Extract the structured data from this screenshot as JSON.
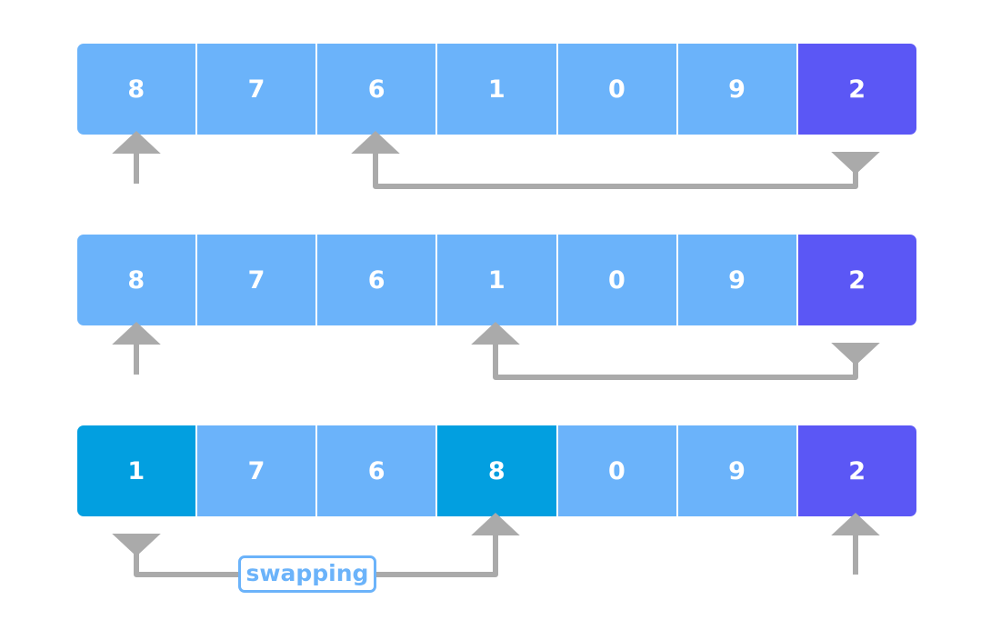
{
  "diagram": {
    "title": "quicksort-partition-steps",
    "colors": {
      "cell_default": "#6BB3FA",
      "cell_pivot": "#5B57F5",
      "cell_highlight": "#029FE0",
      "arrow": "#AAAAAA",
      "label_border": "#6BB3FA",
      "label_text": "#6BB3FA",
      "background": "#FFFFFF"
    },
    "rows": [
      {
        "name": "row-1",
        "values": [
          "8",
          "7",
          "6",
          "1",
          "0",
          "9",
          "2"
        ],
        "states": [
          "default",
          "default",
          "default",
          "default",
          "default",
          "default",
          "pivot"
        ]
      },
      {
        "name": "row-2",
        "values": [
          "8",
          "7",
          "6",
          "1",
          "0",
          "9",
          "2"
        ],
        "states": [
          "default",
          "default",
          "default",
          "default",
          "default",
          "default",
          "pivot"
        ]
      },
      {
        "name": "row-3",
        "values": [
          "1",
          "7",
          "6",
          "8",
          "0",
          "9",
          "2"
        ],
        "states": [
          "highlight",
          "default",
          "default",
          "highlight",
          "default",
          "default",
          "pivot"
        ]
      }
    ],
    "labels": {
      "swapping": "swapping"
    }
  }
}
